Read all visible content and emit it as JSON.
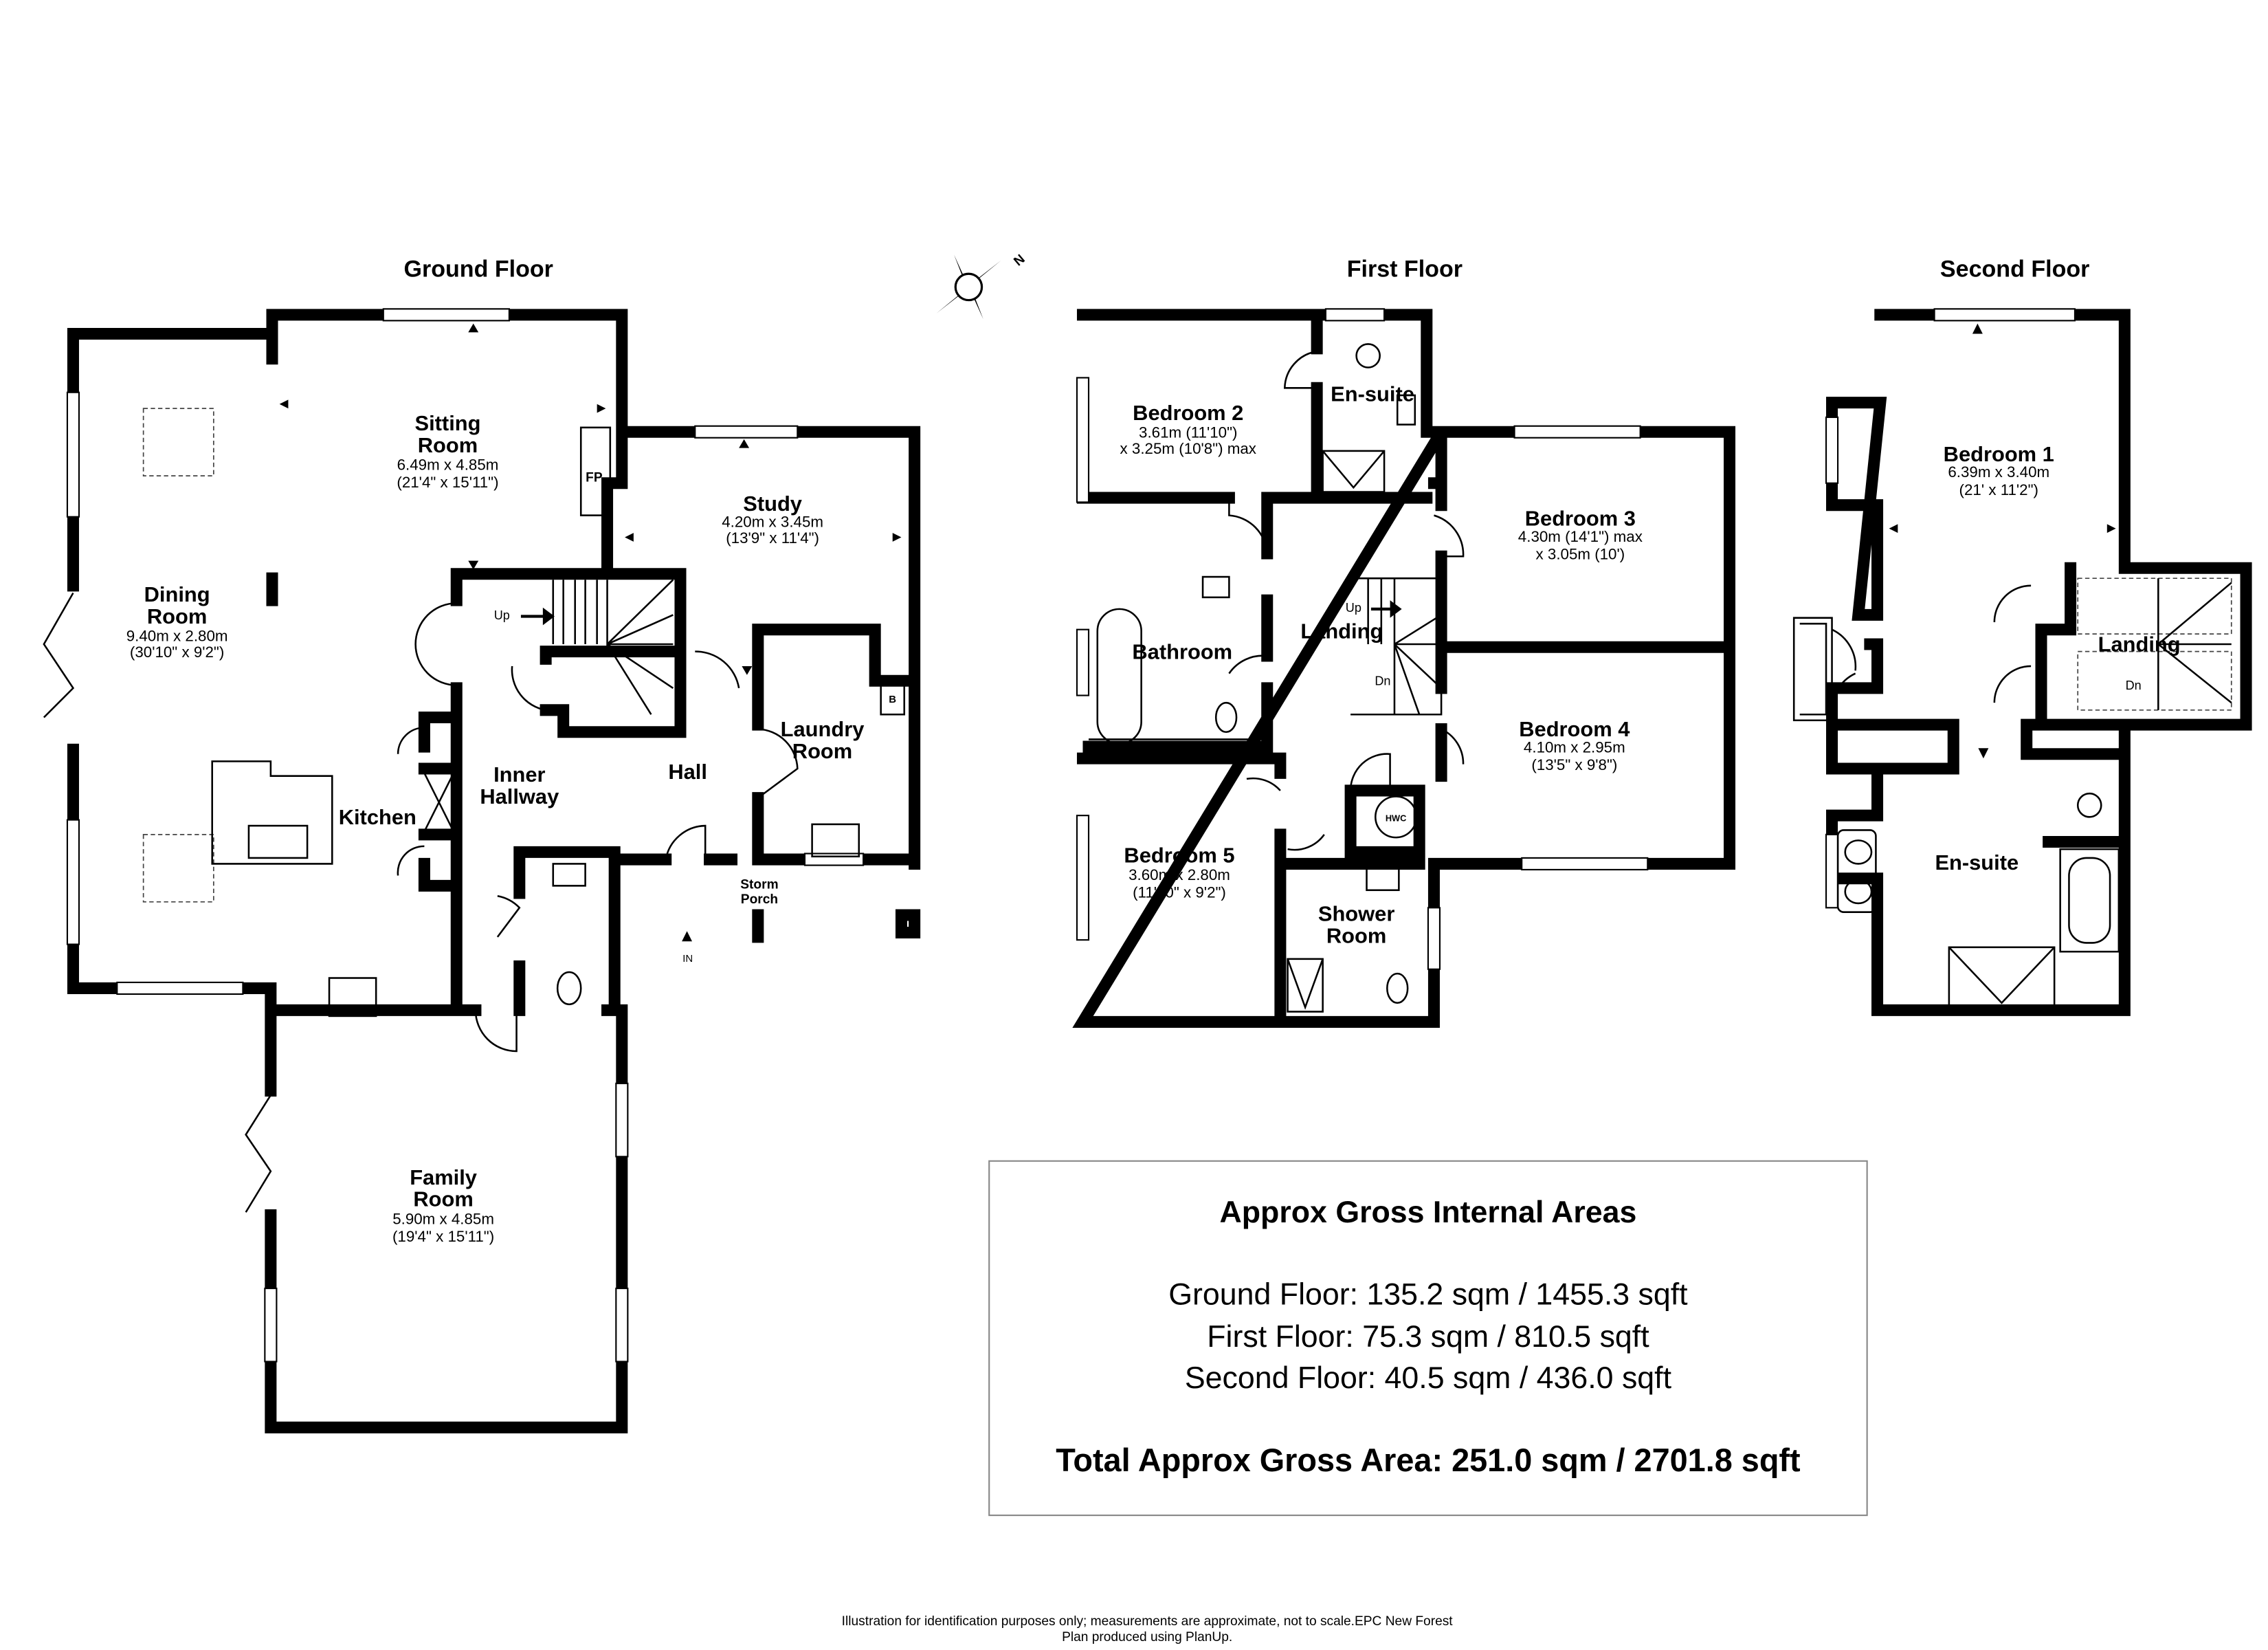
{
  "floors": {
    "ground": {
      "title": "Ground Floor",
      "rooms": {
        "sitting": {
          "name1": "Sitting",
          "name2": "Room",
          "metric": "6.49m x 4.85m",
          "imperial": "(21'4\" x 15'11\")"
        },
        "dining": {
          "name1": "Dining",
          "name2": "Room",
          "metric": "9.40m x 2.80m",
          "imperial": "(30'10\" x 9'2\")"
        },
        "study": {
          "name": "Study",
          "metric": "4.20m x 3.45m",
          "imperial": "(13'9\" x 11'4\")"
        },
        "kitchen": {
          "name": "Kitchen"
        },
        "inner_hallway": {
          "name1": "Inner",
          "name2": "Hallway"
        },
        "hall": {
          "name": "Hall"
        },
        "laundry": {
          "name1": "Laundry",
          "name2": "Room"
        },
        "storm_porch": {
          "name1": "Storm",
          "name2": "Porch"
        },
        "family": {
          "name1": "Family",
          "name2": "Room",
          "metric": "5.90m x 4.85m",
          "imperial": "(19'4\" x 15'11\")"
        }
      },
      "labels": {
        "fp": "FP",
        "boiler": "B",
        "up": "Up",
        "entrance": "IN"
      }
    },
    "first": {
      "title": "First Floor",
      "rooms": {
        "bedroom2": {
          "name": "Bedroom 2",
          "metric": "3.61m (11'10\")",
          "imperial": "x 3.25m (10'8\") max"
        },
        "ensuite": {
          "name": "En-suite"
        },
        "bedroom3": {
          "name": "Bedroom 3",
          "metric": "4.30m (14'1\") max",
          "imperial": "x 3.05m (10')"
        },
        "landing": {
          "name": "Landing"
        },
        "bathroom": {
          "name": "Bathroom"
        },
        "bedroom4": {
          "name": "Bedroom 4",
          "metric": "4.10m x 2.95m",
          "imperial": "(13'5\" x 9'8\")"
        },
        "bedroom5": {
          "name": "Bedroom 5",
          "metric": "3.60m x 2.80m",
          "imperial": "(11'10\" x 9'2\")"
        },
        "shower": {
          "name1": "Shower",
          "name2": "Room"
        }
      },
      "labels": {
        "up": "Up",
        "down": "Dn",
        "hwc": "HWC"
      }
    },
    "second": {
      "title": "Second Floor",
      "rooms": {
        "bedroom1": {
          "name": "Bedroom 1",
          "metric": "6.39m x 3.40m",
          "imperial": "(21' x 11'2\")"
        },
        "landing": {
          "name": "Landing"
        },
        "ensuite": {
          "name": "En-suite"
        }
      },
      "labels": {
        "down": "Dn"
      }
    }
  },
  "compass": {
    "icon": "compass-north-icon",
    "label": "N"
  },
  "areas": {
    "title": "Approx Gross Internal Areas",
    "lines": [
      "Ground Floor: 135.2 sqm / 1455.3 sqft",
      "First Floor: 75.3 sqm / 810.5 sqft",
      "Second Floor: 40.5 sqm / 436.0 sqft"
    ],
    "total": "Total Approx Gross Area: 251.0 sqm / 2701.8 sqft"
  },
  "footer": {
    "line1": "Illustration for identification purposes only; measurements are approximate, not to scale.EPC New Forest",
    "line2": "Plan produced using PlanUp."
  }
}
